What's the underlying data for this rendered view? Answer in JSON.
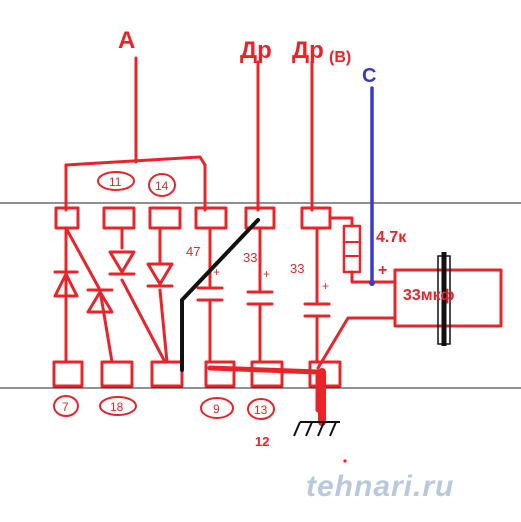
{
  "colors": {
    "wire": "#e8242b",
    "signal": "#3a3ac8",
    "black": "#111111",
    "strip": "#222222",
    "watermark": "#b9c9dc"
  },
  "labels": {
    "a": "А",
    "dr1": "Др",
    "dr2": "Др",
    "b": "(В)",
    "c": "С",
    "resistor": "4.7к",
    "capacitor_main": "33мкф",
    "plus": "+",
    "cap47": "47",
    "cap33a": "33",
    "cap33b": "33",
    "ground": "12",
    "watermark": "tehnari.ru"
  },
  "pins": {
    "top": [
      "11",
      "14"
    ],
    "bottom": [
      "7",
      "18",
      "9",
      "13"
    ]
  }
}
